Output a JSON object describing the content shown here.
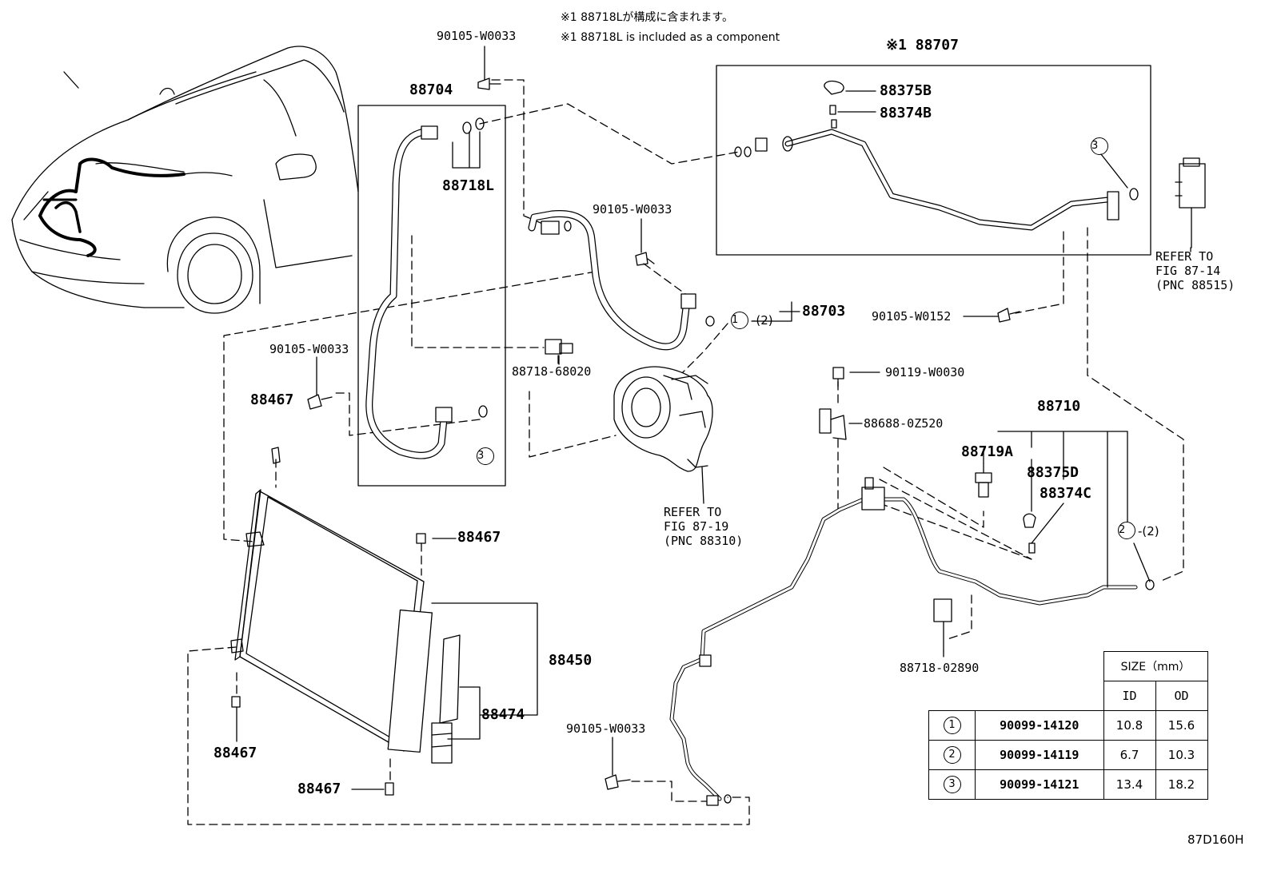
{
  "notes": {
    "jp": "※1 88718Lが構成に含まれます。",
    "en": "※1 88718L is included as a component"
  },
  "labels": {
    "bolt_top": "90105-W0033",
    "hose_88704": "88704",
    "clamp_88718L": "88718L",
    "group_88707": "※1 88707",
    "cap_88375B": "88375B",
    "valve_88374B": "88374B",
    "bolt_mid": "90105-W0033",
    "hose_88703": "88703",
    "oring_ref_88703": "-(2)",
    "bolt_left": "90105-W0033",
    "cushion_left_top": "88467",
    "bracket_88718_68020": "88718-68020",
    "ref_compressor": "REFER TO\nFIG 87-19\n(PNC 88310)",
    "ref_expansion": "REFER TO\nFIG 87-14\n(PNC 88515)",
    "bolt_right": "90105-W0152",
    "bolt_90119": "90119-W0030",
    "clamp_88688": "88688-0Z520",
    "tube_88710": "88710",
    "switch_88719A": "88719A",
    "cap_88375D": "88375D",
    "valve_88374C": "88374C",
    "oring_ref_88710": "-(2)",
    "cushion_right_top": "88467",
    "condenser_88450": "88450",
    "filter_88474": "88474",
    "cushion_left_bottom": "88467",
    "cushion_bottom": "88467",
    "bolt_bottom": "90105-W0033",
    "clamp_88718_02890": "88718-02890",
    "figure_id": "87D160H"
  },
  "circle_marks": {
    "c1": "1",
    "c2": "2",
    "c3a": "3",
    "c3b": "3"
  },
  "size_table": {
    "header_size": "SIZE（mm）",
    "header_id": "ID",
    "header_od": "OD",
    "rows": [
      {
        "mark": "1",
        "part": "90099-14120",
        "id": "10.8",
        "od": "15.6"
      },
      {
        "mark": "2",
        "part": "90099-14119",
        "id": "6.7",
        "od": "10.3"
      },
      {
        "mark": "3",
        "part": "90099-14121",
        "id": "13.4",
        "od": "18.2"
      }
    ]
  }
}
